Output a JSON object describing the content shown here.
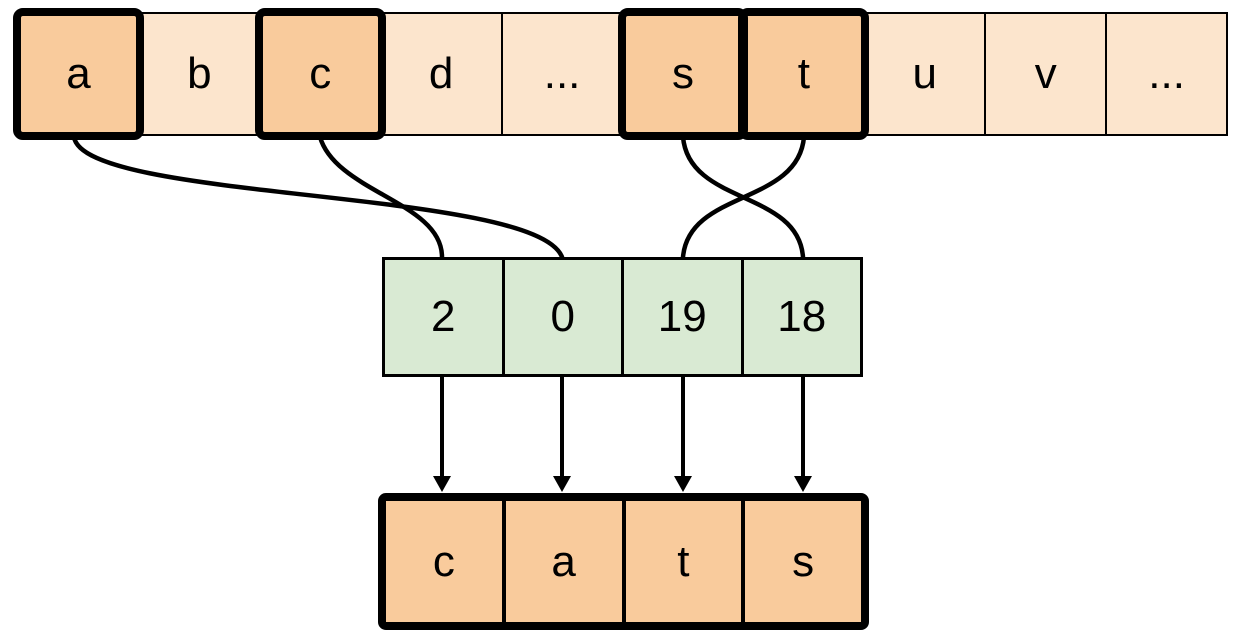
{
  "diagram": {
    "description": "Mapping letters of the alphabet array to their numeric indexes to spell the word cats",
    "colors": {
      "highlight_fill": "#f9cb9c",
      "plain_fill": "#fce5cd",
      "index_fill": "#d9ead3",
      "line": "#000000",
      "background": "#ffffff"
    },
    "alphabet_row": {
      "cells": [
        {
          "label": "a",
          "highlighted": true
        },
        {
          "label": "b",
          "highlighted": false
        },
        {
          "label": "c",
          "highlighted": true
        },
        {
          "label": "d",
          "highlighted": false
        },
        {
          "label": "...",
          "highlighted": false
        },
        {
          "label": "s",
          "highlighted": true
        },
        {
          "label": "t",
          "highlighted": true
        },
        {
          "label": "u",
          "highlighted": false
        },
        {
          "label": "v",
          "highlighted": false
        },
        {
          "label": "...",
          "highlighted": false
        }
      ]
    },
    "index_row": {
      "cells": [
        {
          "value": "2"
        },
        {
          "value": "0"
        },
        {
          "value": "19"
        },
        {
          "value": "18"
        }
      ]
    },
    "result_row": {
      "cells": [
        {
          "letter": "c"
        },
        {
          "letter": "a"
        },
        {
          "letter": "t"
        },
        {
          "letter": "s"
        }
      ]
    },
    "mappings": [
      {
        "from_letter": "c",
        "to_index_value": "2"
      },
      {
        "from_letter": "a",
        "to_index_value": "0"
      },
      {
        "from_letter": "s",
        "to_index_value": "18"
      },
      {
        "from_letter": "t",
        "to_index_value": "19"
      }
    ]
  }
}
